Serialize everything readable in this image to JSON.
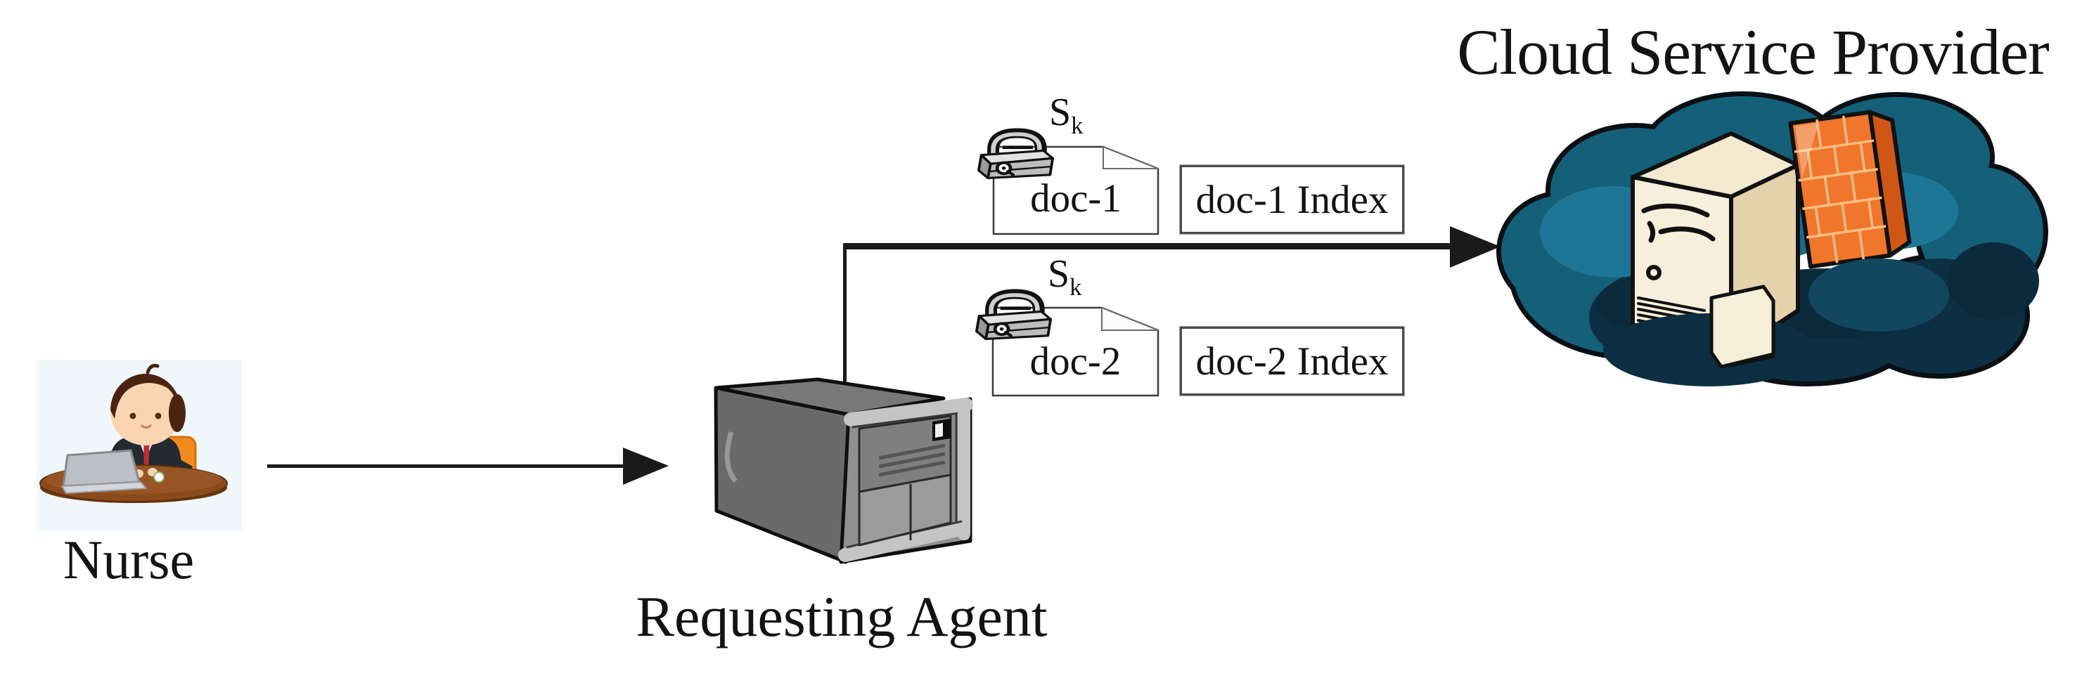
{
  "diagram": {
    "nodes": {
      "nurse": {
        "label": "Nurse"
      },
      "requesting_agent": {
        "label": "Requesting Agent"
      },
      "cloud_service_provider": {
        "label": "Cloud Service Provider"
      }
    },
    "documents": [
      {
        "name": "doc-1",
        "key": {
          "base": "S",
          "sub": "k"
        },
        "index_label": "doc-1 Index"
      },
      {
        "name": "doc-2",
        "key": {
          "base": "S",
          "sub": "k"
        },
        "index_label": "doc-2 Index"
      }
    ],
    "icons": [
      "nurse-at-desk-icon",
      "server-tower-icon",
      "padlock-icon",
      "encrypted-document-icon",
      "cloud-server-firewall-icon",
      "arrow-right-icon"
    ],
    "colors": {
      "arrow": "#1a1a1a",
      "cloud": "#156079",
      "cloud_dark": "#0d2f43",
      "firewall": "#f0762c",
      "tower_beige": "#f2e9cf",
      "server_gray": "#909090",
      "server_side": "#6a6a6a",
      "desk_brown": "#8a4a1a",
      "chair_orange": "#f08a1d"
    }
  }
}
